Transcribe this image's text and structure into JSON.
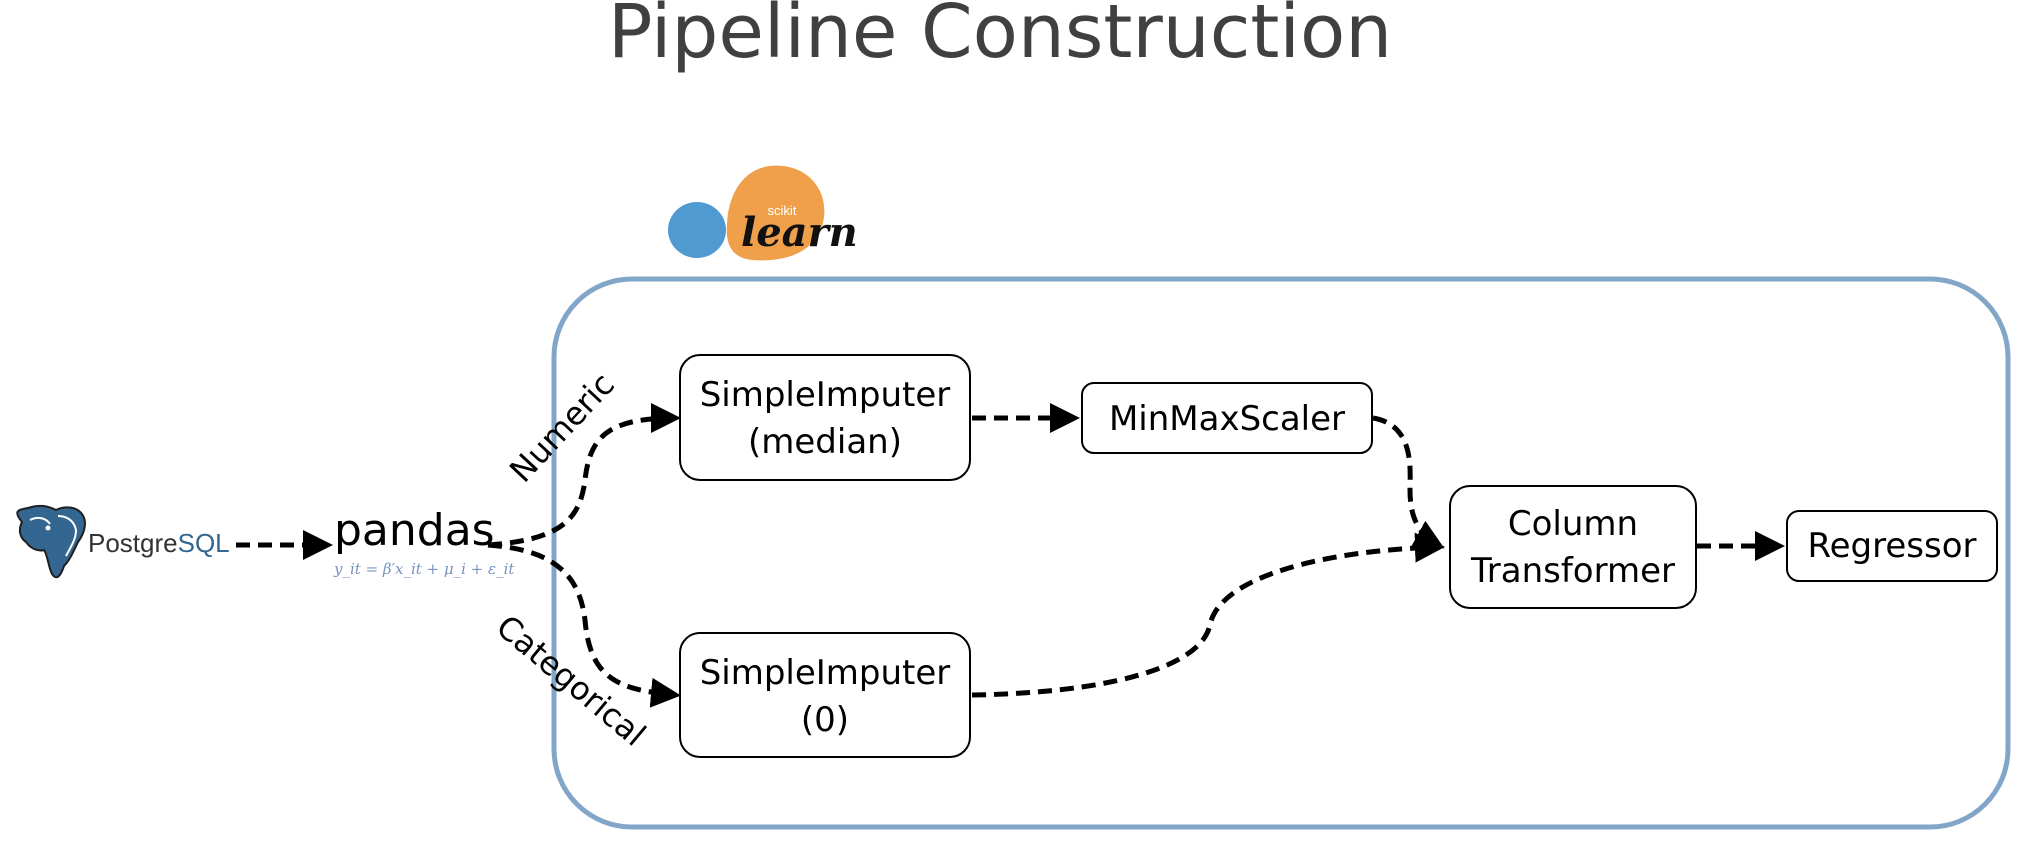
{
  "title": "Pipeline Construction",
  "source": {
    "database_logo_text_part1": "Postgre",
    "database_logo_text_part2": "SQL",
    "dataframe_label": "pandas",
    "dataframe_formula": "y_it = β′x_it + μ_i + ε_it"
  },
  "pipeline_logo": {
    "small_text": "scikit",
    "large_text": "learn"
  },
  "branches": {
    "numeric_label": "Numeric",
    "categorical_label": "Categorical"
  },
  "nodes": {
    "imputer_median": {
      "line1": "SimpleImputer",
      "line2": "(median)"
    },
    "scaler": {
      "label": "MinMaxScaler"
    },
    "imputer_zero": {
      "line1": "SimpleImputer",
      "line2": "(0)"
    },
    "column_transformer": {
      "line1": "Column",
      "line2": "Transformer"
    },
    "regressor": {
      "label": "Regressor"
    }
  },
  "colors": {
    "pipeline_border": "#82a6c8",
    "postgres_blue": "#336791",
    "sklearn_orange": "#f0a04b",
    "sklearn_blue": "#4f9bd1",
    "title_gray": "#404040"
  }
}
